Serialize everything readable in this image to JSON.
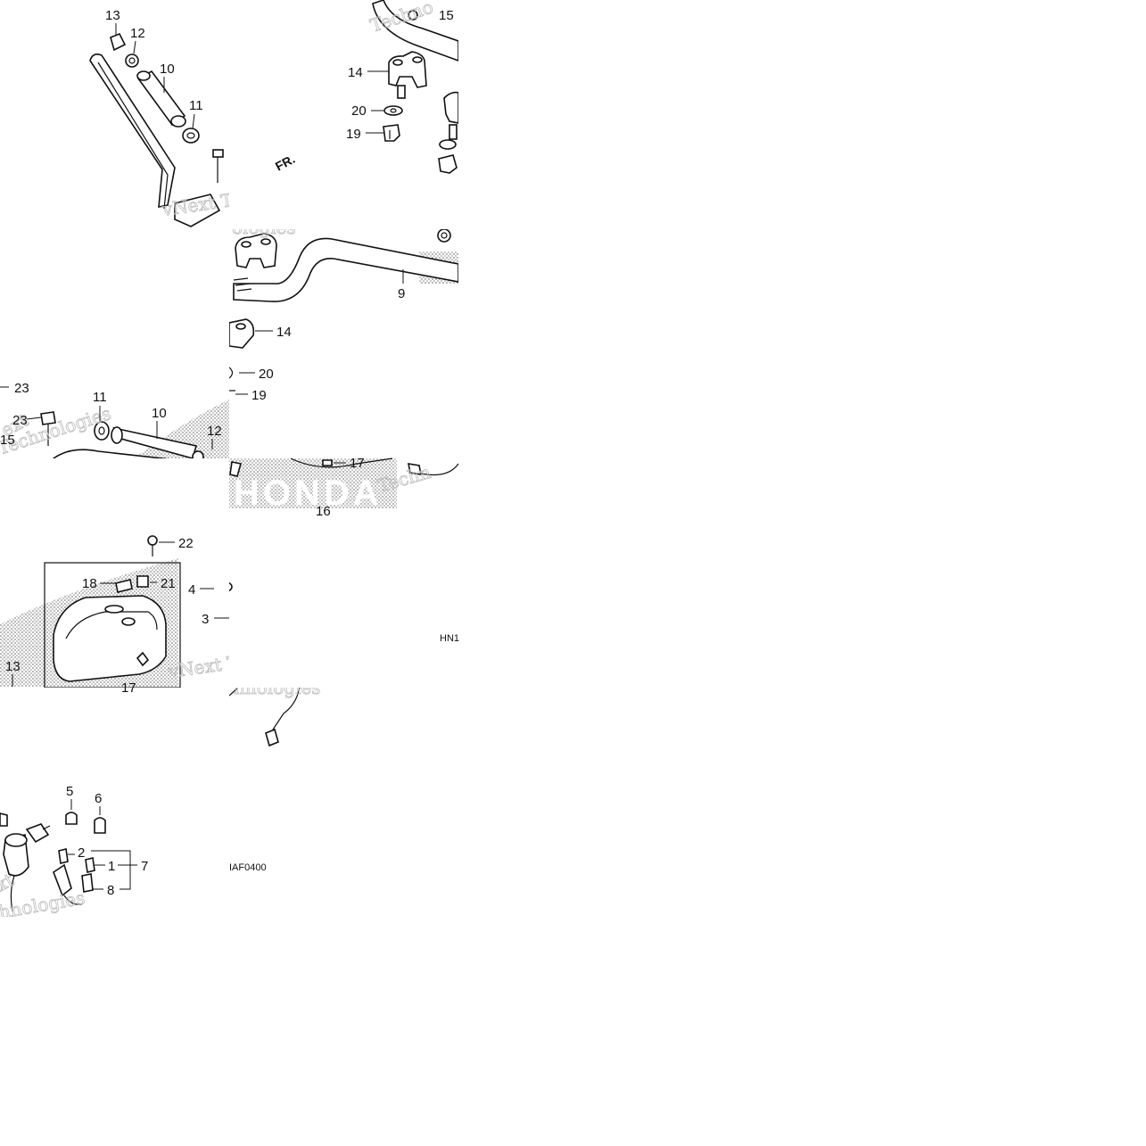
{
  "diagram": {
    "labels": [
      {
        "id": "t1-13",
        "text": "13"
      },
      {
        "id": "t1-12",
        "text": "12"
      },
      {
        "id": "t1-10",
        "text": "10"
      },
      {
        "id": "t1-11",
        "text": "11"
      },
      {
        "id": "t2-15",
        "text": "15"
      },
      {
        "id": "t2-14",
        "text": "14"
      },
      {
        "id": "t2-20",
        "text": "20"
      },
      {
        "id": "t2-19",
        "text": "19"
      },
      {
        "id": "t4-9",
        "text": "9"
      },
      {
        "id": "t6-14",
        "text": "14"
      },
      {
        "id": "t6-20",
        "text": "20"
      },
      {
        "id": "t6-19",
        "text": "19"
      },
      {
        "id": "t5-23",
        "text": "23"
      },
      {
        "id": "t5-23b",
        "text": "23"
      },
      {
        "id": "t5-15",
        "text": "15"
      },
      {
        "id": "t5-11",
        "text": "11"
      },
      {
        "id": "t5-10",
        "text": "10"
      },
      {
        "id": "t5-12",
        "text": "12"
      },
      {
        "id": "t6-17",
        "text": "17"
      },
      {
        "id": "t6-16",
        "text": "16"
      },
      {
        "id": "t7-22",
        "text": "22"
      },
      {
        "id": "t7-18",
        "text": "18"
      },
      {
        "id": "t7-21",
        "text": "21"
      },
      {
        "id": "t7-13",
        "text": "13"
      },
      {
        "id": "t7-17",
        "text": "17"
      },
      {
        "id": "t8-4",
        "text": "4"
      },
      {
        "id": "t8-3",
        "text": "3"
      },
      {
        "id": "t9-5",
        "text": "5"
      },
      {
        "id": "t9-6",
        "text": "6"
      },
      {
        "id": "t9-2",
        "text": "2"
      },
      {
        "id": "t9-1",
        "text": "1"
      },
      {
        "id": "t9-7",
        "text": "7"
      },
      {
        "id": "t9-8",
        "text": "8"
      }
    ],
    "direction_arrow": "FR.",
    "codes": {
      "hn": "HN1",
      "iaf": "IAF0400"
    },
    "watermarks": [
      "Techno",
      "vNext Tec",
      "ologies",
      "Techn",
      "Technologies",
      "vNext Tec",
      "ologies",
      "ext",
      "Technologies",
      "vNext Tec",
      "hnologies",
      "hnologies",
      "xt"
    ],
    "brand_mark": "HONDA"
  }
}
